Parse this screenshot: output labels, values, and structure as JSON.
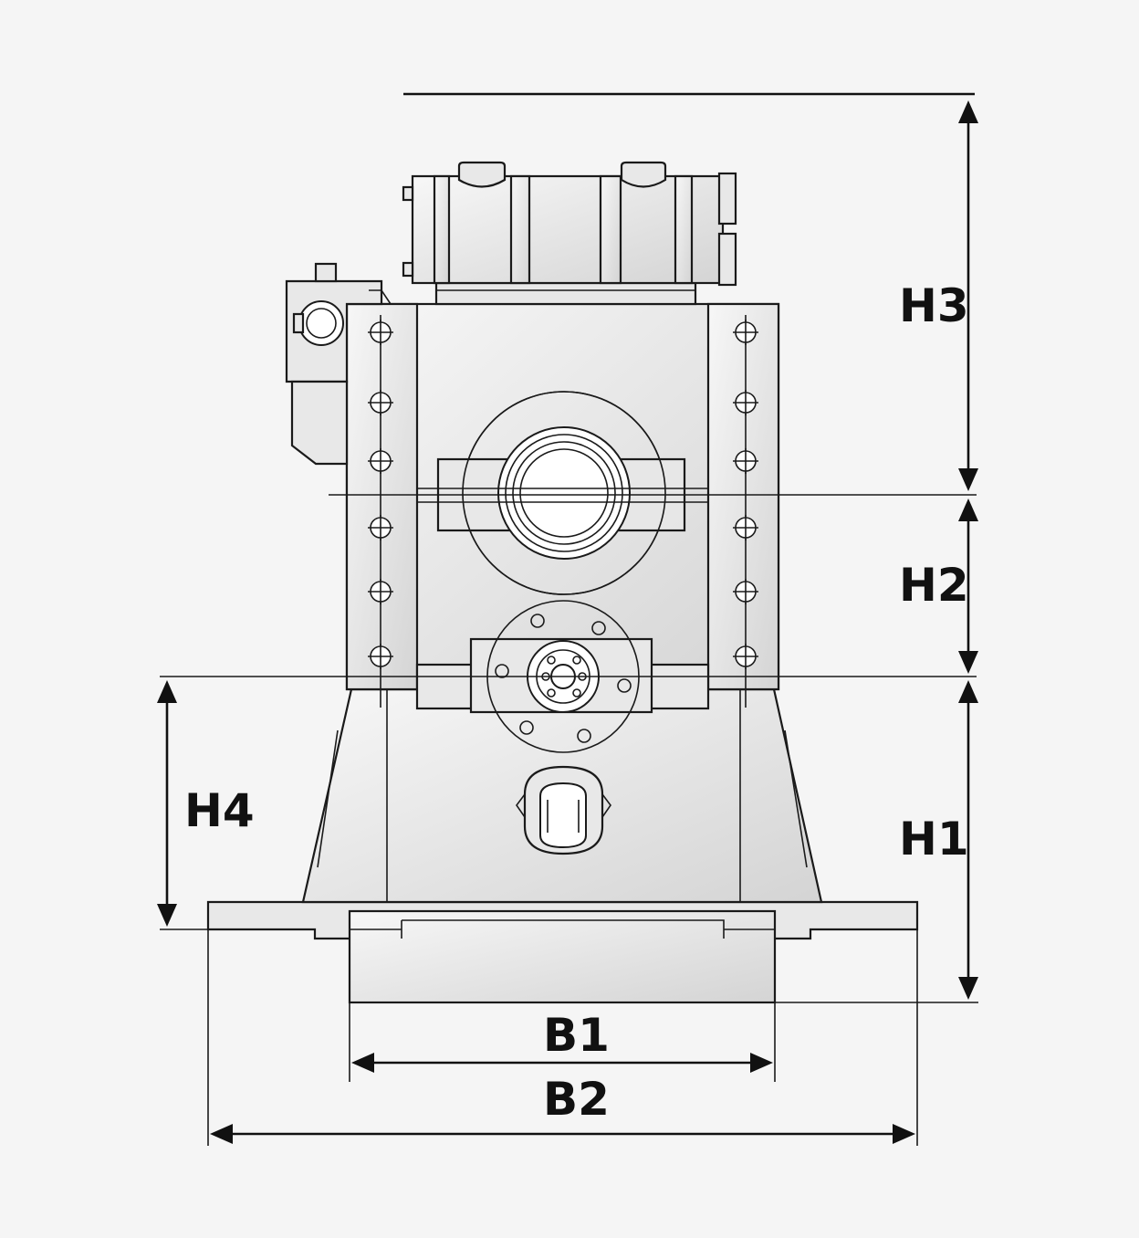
{
  "labels": {
    "h1": "H1",
    "h2": "H2",
    "h3": "H3",
    "h4": "H4",
    "b1": "B1",
    "b2": "B2"
  },
  "colors": {
    "background": "#f5f5f5",
    "metal_light": "#f7f7f7",
    "metal_dark": "#d4d4d4",
    "line": "#1a1a1a"
  }
}
